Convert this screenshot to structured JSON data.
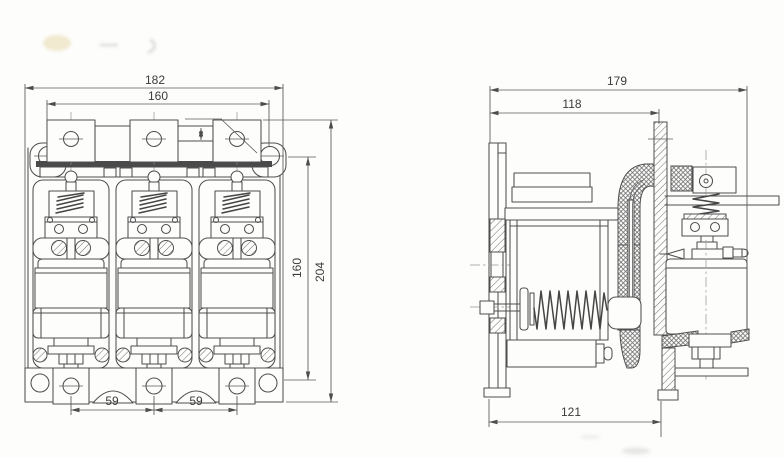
{
  "drawing": {
    "front_view": {
      "dim_overall_width": "182",
      "dim_mounting_width": "160",
      "dim_height_inner": "160",
      "dim_height_overall": "204",
      "dim_pole_pitch_left": "59",
      "dim_pole_pitch_right": "59"
    },
    "side_view": {
      "dim_overall_depth": "179",
      "dim_upper_depth": "118",
      "dim_base_width": "121"
    }
  }
}
